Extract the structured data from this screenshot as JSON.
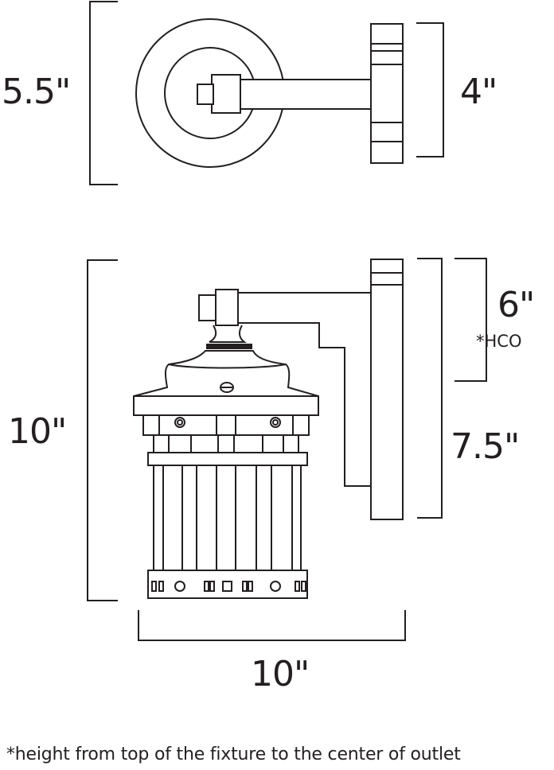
{
  "dimensions": {
    "top_depth": "5.5\"",
    "backplate_width": "4\"",
    "overall_height": "10\"",
    "hco": "6\"",
    "hco_note": "*HCO",
    "backplate_height": "7.5\"",
    "overall_width": "10\""
  },
  "footnote": "*height from top of the fixture to the center of outlet",
  "colors": {
    "line": "#231f20",
    "background": "#ffffff"
  }
}
